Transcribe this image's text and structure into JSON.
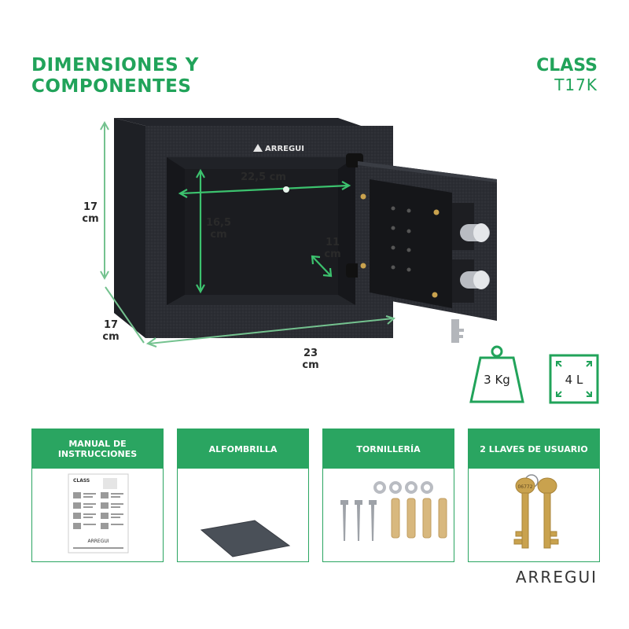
{
  "header": {
    "title_line1": "DIMENSIONES Y",
    "title_line2": "COMPONENTES",
    "model_line1": "CLASS",
    "model_line2": "T17K"
  },
  "safe": {
    "logo_text": "ARREGUI",
    "outer_height": "17\ncm",
    "outer_depth": "17\ncm",
    "outer_width": "23\ncm",
    "inner_width": "22,5 cm",
    "inner_height": "16,5\ncm",
    "inner_depth": "11\ncm"
  },
  "badges": {
    "weight": "3 Kg",
    "volume": "4 L"
  },
  "components": [
    {
      "label": "MANUAL DE INSTRUCCIONES",
      "doc_brand": "CLASS",
      "doc_footer": "ARREGUI"
    },
    {
      "label": "ALFOMBRILLA"
    },
    {
      "label": "TORNILLERÍA"
    },
    {
      "label": "2 LLAVES DE USUARIO",
      "key_code": "06772"
    }
  ],
  "footer": {
    "brand": "ARREGUI"
  },
  "colors": {
    "accent": "#21a35a",
    "safe_body": "#2b2d33",
    "brass": "#c9a24e"
  }
}
